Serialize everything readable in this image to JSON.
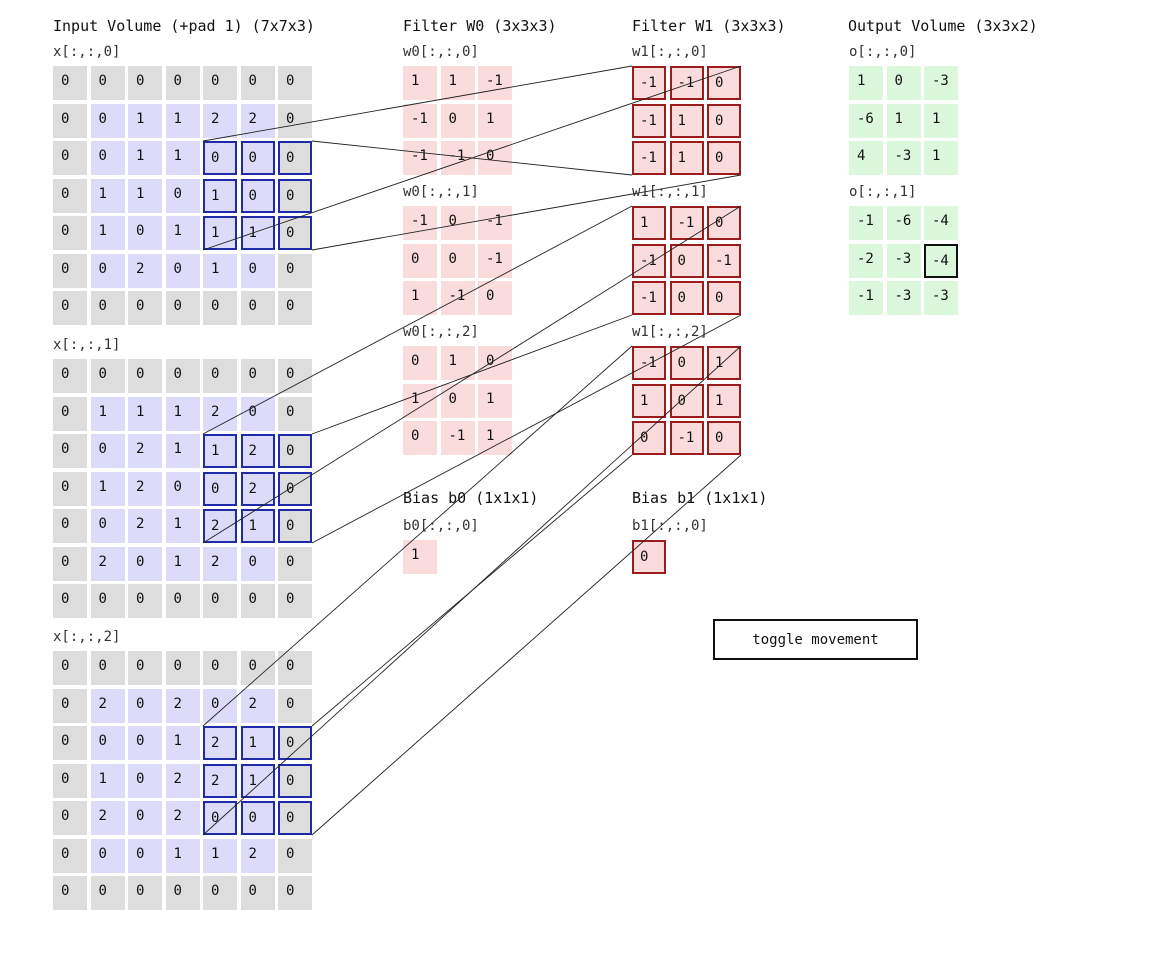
{
  "titles": {
    "input": "Input Volume (+pad 1) (7x7x3)",
    "filter_w0": "Filter W0 (3x3x3)",
    "filter_w1": "Filter W1 (3x3x3)",
    "output": "Output Volume (3x3x2)",
    "bias_b0": "Bias b0 (1x1x1)",
    "bias_b1": "Bias b1 (1x1x1)"
  },
  "input_volume": {
    "slices": [
      {
        "label": "x[:,:,0]",
        "rows": [
          [
            "0",
            "0",
            "0",
            "0",
            "0",
            "0",
            "0"
          ],
          [
            "0",
            "0",
            "1",
            "1",
            "2",
            "2",
            "0"
          ],
          [
            "0",
            "0",
            "1",
            "1",
            "0",
            "0",
            "0"
          ],
          [
            "0",
            "1",
            "1",
            "0",
            "1",
            "0",
            "0"
          ],
          [
            "0",
            "1",
            "0",
            "1",
            "1",
            "1",
            "0"
          ],
          [
            "0",
            "0",
            "2",
            "0",
            "1",
            "0",
            "0"
          ],
          [
            "0",
            "0",
            "0",
            "0",
            "0",
            "0",
            "0"
          ]
        ]
      },
      {
        "label": "x[:,:,1]",
        "rows": [
          [
            "0",
            "0",
            "0",
            "0",
            "0",
            "0",
            "0"
          ],
          [
            "0",
            "1",
            "1",
            "1",
            "2",
            "0",
            "0"
          ],
          [
            "0",
            "0",
            "2",
            "1",
            "1",
            "2",
            "0"
          ],
          [
            "0",
            "1",
            "2",
            "0",
            "0",
            "2",
            "0"
          ],
          [
            "0",
            "0",
            "2",
            "1",
            "2",
            "1",
            "0"
          ],
          [
            "0",
            "2",
            "0",
            "1",
            "2",
            "0",
            "0"
          ],
          [
            "0",
            "0",
            "0",
            "0",
            "0",
            "0",
            "0"
          ]
        ]
      },
      {
        "label": "x[:,:,2]",
        "rows": [
          [
            "0",
            "0",
            "0",
            "0",
            "0",
            "0",
            "0"
          ],
          [
            "0",
            "2",
            "0",
            "2",
            "0",
            "2",
            "0"
          ],
          [
            "0",
            "0",
            "0",
            "1",
            "2",
            "1",
            "0"
          ],
          [
            "0",
            "1",
            "0",
            "2",
            "2",
            "1",
            "0"
          ],
          [
            "0",
            "2",
            "0",
            "2",
            "0",
            "0",
            "0"
          ],
          [
            "0",
            "0",
            "0",
            "1",
            "1",
            "2",
            "0"
          ],
          [
            "0",
            "0",
            "0",
            "0",
            "0",
            "0",
            "0"
          ]
        ]
      }
    ]
  },
  "filter_w0": {
    "slices": [
      {
        "label": "w0[:,:,0]",
        "rows": [
          [
            "1",
            "1",
            "-1"
          ],
          [
            "-1",
            "0",
            "1"
          ],
          [
            "-1",
            "-1",
            "0"
          ]
        ]
      },
      {
        "label": "w0[:,:,1]",
        "rows": [
          [
            "-1",
            "0",
            "-1"
          ],
          [
            "0",
            "0",
            "-1"
          ],
          [
            "1",
            "-1",
            "0"
          ]
        ]
      },
      {
        "label": "w0[:,:,2]",
        "rows": [
          [
            "0",
            "1",
            "0"
          ],
          [
            "1",
            "0",
            "1"
          ],
          [
            "0",
            "-1",
            "1"
          ]
        ]
      }
    ]
  },
  "filter_w1": {
    "slices": [
      {
        "label": "w1[:,:,0]",
        "rows": [
          [
            "-1",
            "-1",
            "0"
          ],
          [
            "-1",
            "1",
            "0"
          ],
          [
            "-1",
            "1",
            "0"
          ]
        ]
      },
      {
        "label": "w1[:,:,1]",
        "rows": [
          [
            "1",
            "-1",
            "0"
          ],
          [
            "-1",
            "0",
            "-1"
          ],
          [
            "-1",
            "0",
            "0"
          ]
        ]
      },
      {
        "label": "w1[:,:,2]",
        "rows": [
          [
            "-1",
            "0",
            "1"
          ],
          [
            "1",
            "0",
            "1"
          ],
          [
            "0",
            "-1",
            "0"
          ]
        ]
      }
    ]
  },
  "bias_b0": {
    "label": "b0[:,:,0]",
    "value": "1"
  },
  "bias_b1": {
    "label": "b1[:,:,0]",
    "value": "0"
  },
  "output_volume": {
    "slices": [
      {
        "label": "o[:,:,0]",
        "rows": [
          [
            "1",
            "0",
            "-3"
          ],
          [
            "-6",
            "1",
            "1"
          ],
          [
            "4",
            "-3",
            "1"
          ]
        ]
      },
      {
        "label": "o[:,:,1]",
        "rows": [
          [
            "-1",
            "-6",
            "-4"
          ],
          [
            "-2",
            "-3",
            "-4"
          ],
          [
            "-1",
            "-3",
            "-3"
          ]
        ]
      }
    ]
  },
  "highlight": {
    "input_window": {
      "row_start": 2,
      "col_start": 4,
      "size": 3
    },
    "active_filter": 1,
    "output_cell": {
      "slice": 1,
      "row": 1,
      "col": 2
    }
  },
  "toggle_button": {
    "label": "toggle movement"
  },
  "colors": {
    "input_pad": "#dddddd",
    "input_value": "#dcdcfa",
    "filter_cell": "#fbdcdc",
    "output_cell": "#dcf8dc",
    "input_highlight": "#1e2aa8",
    "filter_highlight": "#9a1c1c",
    "link_line": "#222222"
  }
}
